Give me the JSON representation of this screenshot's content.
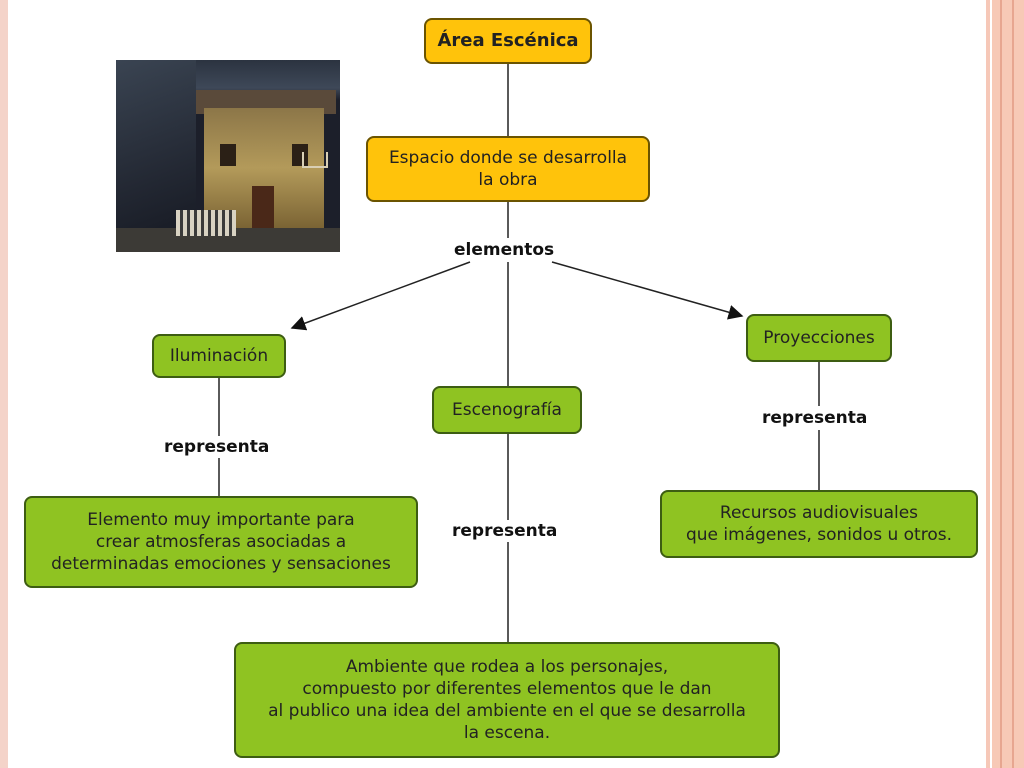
{
  "nodes": {
    "area_escenica": "Área Escénica",
    "espacio": "Espacio donde se desarrolla\nla obra",
    "iluminacion": "Iluminación",
    "escenografia": "Escenografía",
    "proyecciones": "Proyecciones",
    "iluminacion_desc": "Elemento muy importante para\ncrear atmosferas asociadas a\ndeterminadas emociones y sensaciones",
    "escenografia_desc": "Ambiente que rodea a los personajes,\ncompuesto por diferentes elementos que le dan\nal publico una idea del ambiente en el que se desarrolla\nla escena.",
    "proyecciones_desc": "Recursos audiovisuales\nque imágenes, sonidos u otros."
  },
  "links": {
    "elementos": "elementos",
    "representa_left": "representa",
    "representa_center": "representa",
    "representa_right": "representa"
  },
  "colors": {
    "orange_node": "#ffc30b",
    "green_node": "#8fc322",
    "line": "#222222"
  }
}
